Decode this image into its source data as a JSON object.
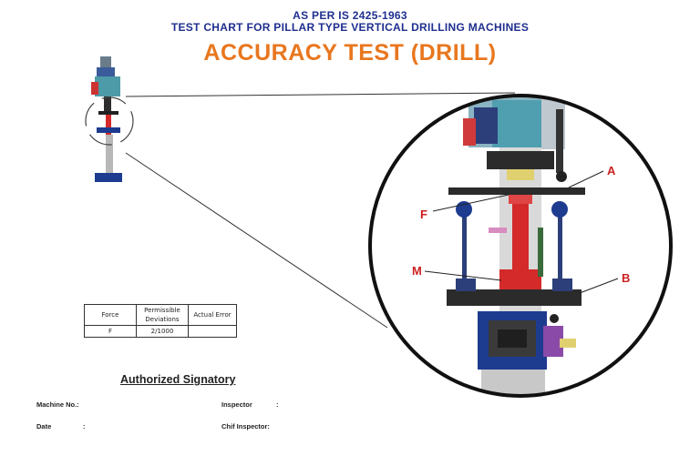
{
  "header": {
    "line1": "AS PER IS 2425-1963",
    "line2": "TEST CHART FOR PILLAR TYPE VERTICAL DRILLING MACHINES",
    "title": "ACCURACY TEST (DRILL)"
  },
  "callouts": {
    "A": "A",
    "B": "B",
    "F": "F",
    "M": "M"
  },
  "error_table": {
    "headers": [
      "Force",
      "Permissible Deviations",
      "Actual Error"
    ],
    "row": [
      "F",
      "2/1000",
      ""
    ]
  },
  "signature": {
    "title": "Authorized Signatory",
    "machine_no": "Machine No.:",
    "inspector": "Inspector",
    "inspector_colon": ":",
    "date": "Date",
    "date_colon": ":",
    "chief_inspector": "Chif Inspector:"
  },
  "colors": {
    "header_blue": "#1f2f8f",
    "title_orange": "#e8771f",
    "callout_red": "#cc1f1f",
    "machine_blue": "#1d3b8f",
    "spindle_red": "#d42a2a"
  }
}
